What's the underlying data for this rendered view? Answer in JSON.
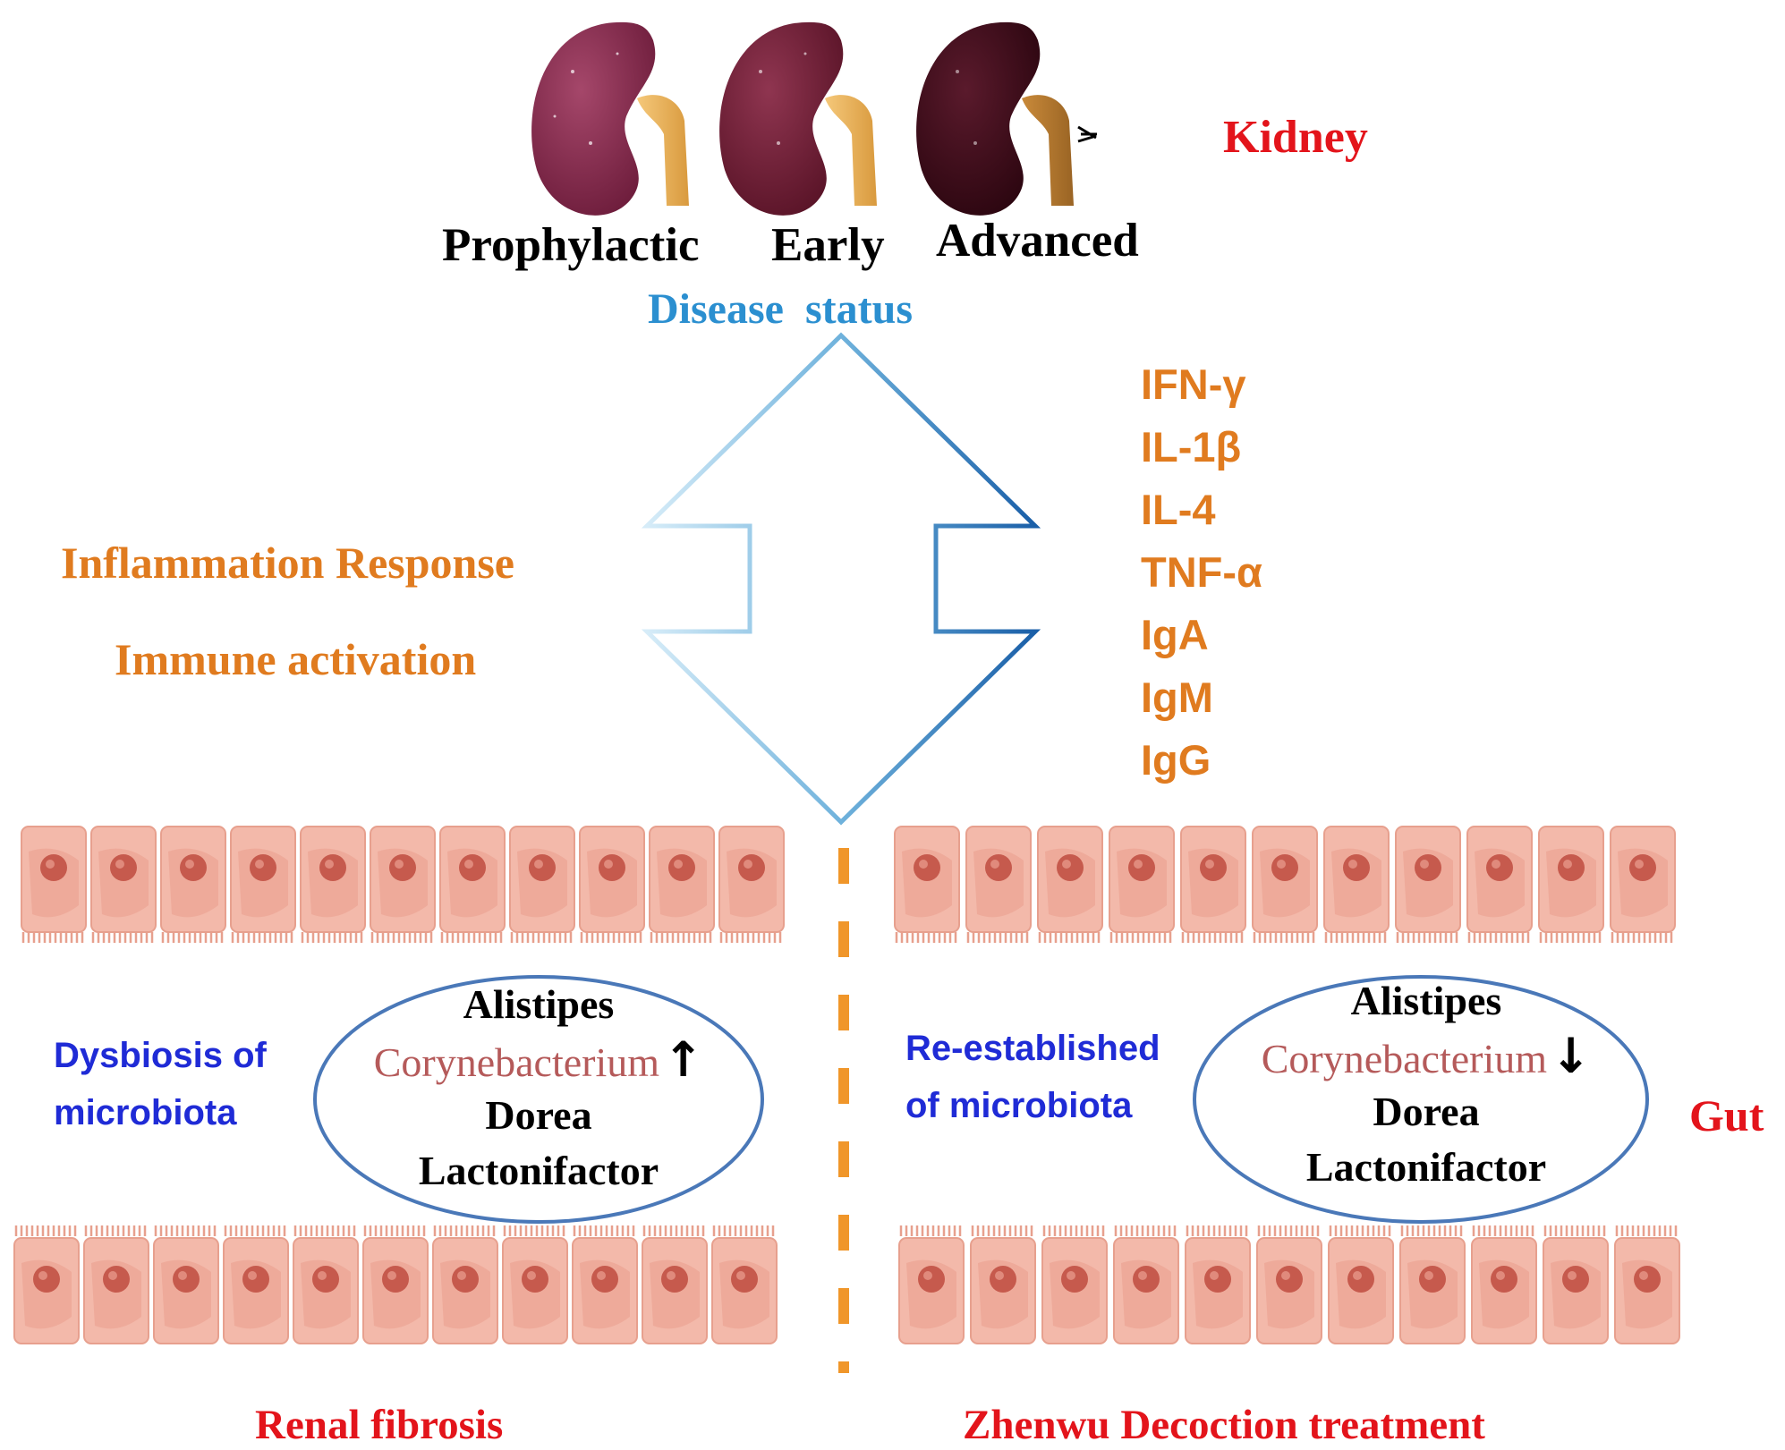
{
  "kidney": {
    "stages": [
      "Prophylactic",
      "Early",
      "Advanced"
    ],
    "disease_status": "Disease  status",
    "section_label": "Kidney"
  },
  "response": {
    "line1": "Inflammation Response",
    "line2": "Immune activation"
  },
  "cytokines": [
    "IFN-γ",
    "IL-1β",
    "IL-4",
    "TNF-α",
    "IgA",
    "IgM",
    "IgG"
  ],
  "left_panel": {
    "state_line1": "Dysbiosis of",
    "state_line2": "microbiota",
    "bacteria": [
      "Alistipes",
      "Corynebacterium",
      "Dorea",
      "Lactonifactor"
    ],
    "trend_arrow": "↑",
    "caption": "Renal fibrosis"
  },
  "right_panel": {
    "state_line1": "Re-established",
    "state_line2": "of microbiota",
    "bacteria": [
      "Alistipes",
      "Corynebacterium",
      "Dorea",
      "Lactonifactor"
    ],
    "trend_arrow": "↓",
    "caption": "Zhenwu Decoction treatment",
    "section_label": "Gut"
  },
  "colors": {
    "red": "#e3141b",
    "orange": "#e07b1f",
    "blue_label": "#1f2bd6",
    "disease_status_blue": "#2b8fd0",
    "corynebacterium": "#b55a5a",
    "arrow_light": "#cfe6f5",
    "arrow_dark": "#1f6fb4",
    "dash": "#f0962a",
    "ellipse": "#4a78b8",
    "cell_fill": "#f0b2a3",
    "cell_dark": "#e69a88",
    "nucleus": "#c8554a"
  }
}
